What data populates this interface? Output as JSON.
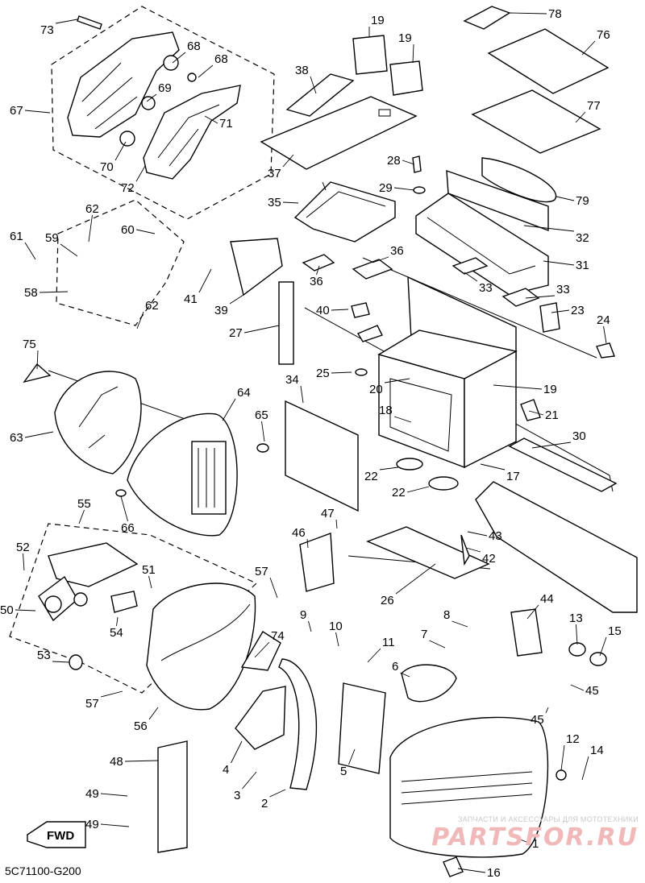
{
  "diagram_code": "5C71100-G200",
  "fwd_label": "FWD",
  "watermark": {
    "caption": "ЗАПЧАСТИ И АКСЕССУАРЫ ДЛЯ МОТОТЕХНИКИ",
    "logo": "PARTSFOR.RU"
  },
  "callouts": [
    "1",
    "2",
    "3",
    "4",
    "5",
    "6",
    "7",
    "8",
    "9",
    "10",
    "11",
    "12",
    "13",
    "14",
    "15",
    "16",
    "17",
    "18",
    "19",
    "19",
    "19",
    "20",
    "21",
    "22",
    "22",
    "23",
    "24",
    "25",
    "26",
    "27",
    "28",
    "29",
    "30",
    "31",
    "32",
    "33",
    "33",
    "34",
    "35",
    "36",
    "36",
    "37",
    "38",
    "39",
    "40",
    "41",
    "42",
    "43",
    "44",
    "45",
    "45",
    "46",
    "47",
    "48",
    "49",
    "49",
    "50",
    "51",
    "52",
    "53",
    "54",
    "55",
    "56",
    "57",
    "57",
    "58",
    "59",
    "60",
    "61",
    "62",
    "62",
    "63",
    "64",
    "65",
    "66",
    "67",
    "68",
    "68",
    "69",
    "70",
    "71",
    "72",
    "73",
    "74",
    "75",
    "76",
    "77",
    "78",
    "79"
  ]
}
